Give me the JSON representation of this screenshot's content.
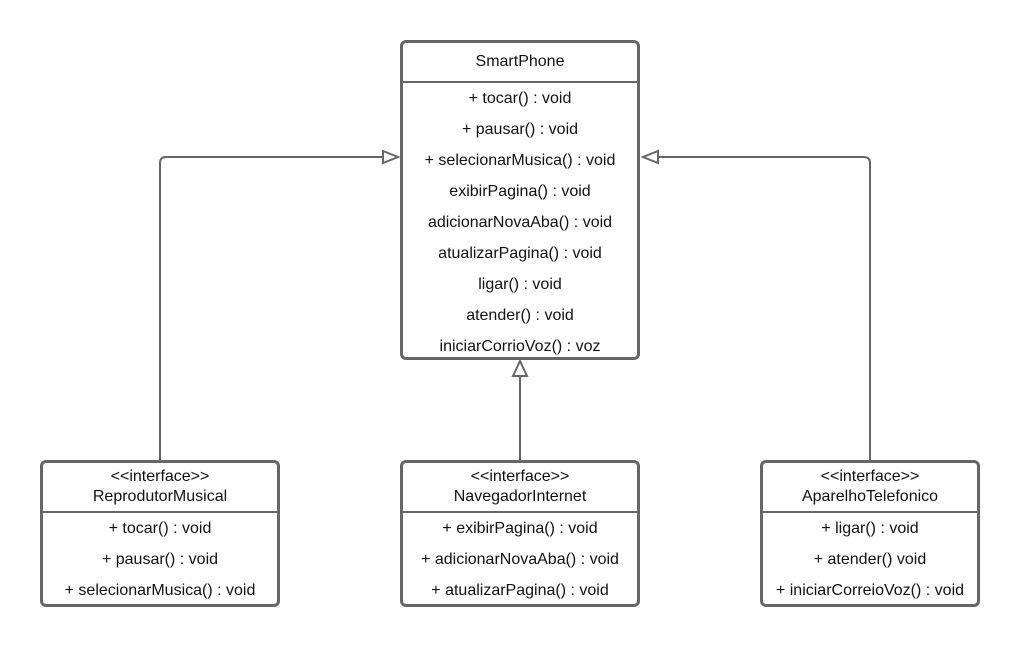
{
  "smartphone": {
    "name": "SmartPhone",
    "methods": [
      "+ tocar() : void",
      "+ pausar() : void",
      "+ selecionarMusica() : void",
      "exibirPagina() : void",
      "adicionarNovaAba() : void",
      "atualizarPagina() : void",
      "ligar() : void",
      "atender() : void",
      "iniciarCorrioVoz() : voz"
    ]
  },
  "interfaces": [
    {
      "stereotype": "<<interface>>",
      "name": "ReprodutorMusical",
      "methods": [
        "+ tocar() : void",
        "+ pausar() : void",
        "+ selecionarMusica() : void"
      ]
    },
    {
      "stereotype": "<<interface>>",
      "name": "NavegadorInternet",
      "methods": [
        "+ exibirPagina() : void",
        "+ adicionarNovaAba() : void",
        "+ atualizarPagina() : void"
      ]
    },
    {
      "stereotype": "<<interface>>",
      "name": "AparelhoTelefonico",
      "methods": [
        "+ ligar() : void",
        "+ atender() void",
        "+ iniciarCorreioVoz() : void"
      ]
    }
  ],
  "colors": {
    "stroke": "#666666",
    "text": "#111111",
    "background": "#ffffff"
  }
}
